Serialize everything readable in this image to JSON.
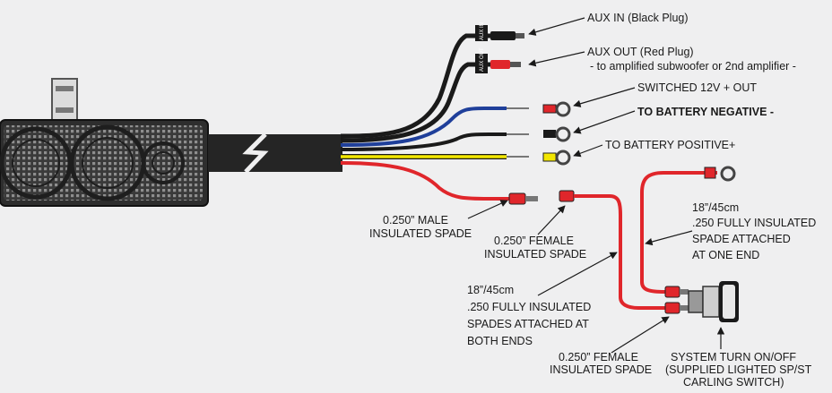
{
  "labels": {
    "aux_in": "AUX IN (Black Plug)",
    "aux_out": "AUX OUT (Red Plug)",
    "aux_out_note": "- to amplified subwoofer or 2nd amplifier -",
    "switched_12v": "SWITCHED 12V + OUT",
    "battery_negative": "TO BATTERY NEGATIVE -",
    "battery_positive": "TO BATTERY POSITIVE+",
    "male_spade_1": "0.250” MALE",
    "male_spade_2": "INSULATED SPADE",
    "female_spade_a_1": "0.250” FEMALE",
    "female_spade_a_2": "INSULATED SPADE",
    "cable_both_1": "18”/45cm",
    "cable_both_2": ".250 FULLY INSULATED",
    "cable_both_3": "SPADES ATTACHED AT",
    "cable_both_4": "BOTH ENDS",
    "female_spade_b_1": "0.250” FEMALE",
    "female_spade_b_2": "INSULATED SPADE",
    "cable_one_1": "18”/45cm",
    "cable_one_2": ".250 FULLY INSULATED",
    "cable_one_3": "SPADE ATTACHED",
    "cable_one_4": "AT ONE END",
    "switch_1": "SYSTEM TURN ON/OFF",
    "switch_2": "(SUPPLIED LIGHTED SP/ST",
    "switch_3": "CARLING SWITCH)"
  },
  "plug_tags": {
    "aux_in": "AUX IN",
    "aux_out": "AUX OUT"
  },
  "colors": {
    "wire_black": "#1a1a1a",
    "wire_blue": "#1f3f9a",
    "wire_yellow": "#f2e600",
    "wire_red": "#e0262b",
    "background": "#efeff0"
  }
}
